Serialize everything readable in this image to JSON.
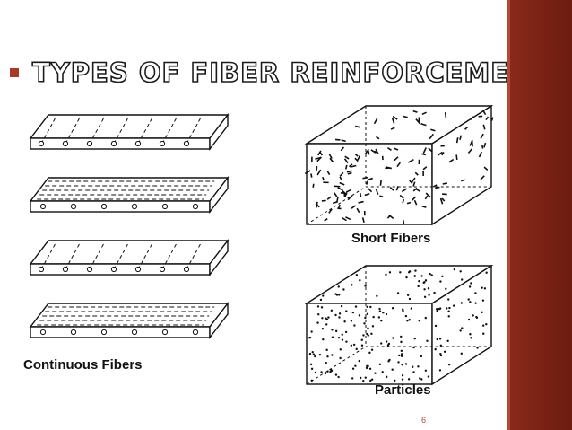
{
  "slide": {
    "title": "TYPES OF FIBER REINFORCEMENTS",
    "page_number": "6",
    "accent_color": "#7a2214"
  },
  "figure": {
    "captions": {
      "continuous": "Continuous Fibers",
      "short": "Short Fibers",
      "particles": "Particles"
    }
  }
}
